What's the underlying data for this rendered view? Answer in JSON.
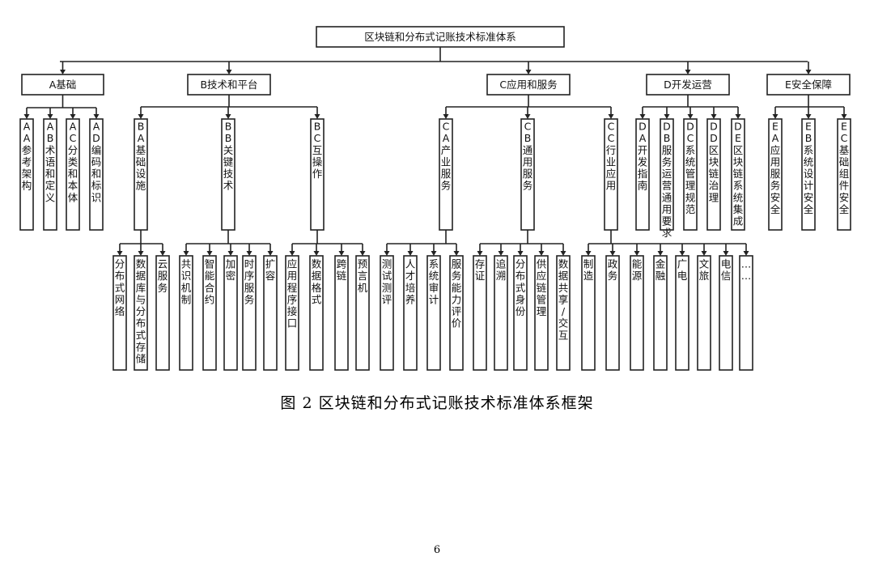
{
  "root": "区块链和分布式记账技术标准体系",
  "categories": [
    {
      "label": "A基础",
      "children": [
        {
          "label": "AA参考架构"
        },
        {
          "label": "AB术语和定义"
        },
        {
          "label": "AC分类和本体"
        },
        {
          "label": "AD编码和标识"
        }
      ]
    },
    {
      "label": "B技术和平台",
      "children": [
        {
          "label": "BA基础设施",
          "children": [
            "分布式网络",
            "数据库与分布式存储",
            "云服务"
          ]
        },
        {
          "label": "BB关键技术",
          "children": [
            "共识机制",
            "智能合约",
            "加密",
            "时序服务",
            "扩容"
          ]
        },
        {
          "label": "BC互操作",
          "children": [
            "应用程序接口",
            "数据格式",
            "跨链",
            "预言机"
          ]
        }
      ]
    },
    {
      "label": "C应用和服务",
      "children": [
        {
          "label": "CA产业服务",
          "children": [
            "测试测评",
            "人才培养",
            "系统审计",
            "服务能力评价"
          ]
        },
        {
          "label": "CB通用服务",
          "children": [
            "存证",
            "追溯",
            "分布式身份",
            "供应链管理",
            "数据共享/交互"
          ]
        },
        {
          "label": "CC行业应用",
          "children": [
            "制造",
            "政务",
            "能源",
            "金融",
            "广电",
            "文旅",
            "电信",
            "……"
          ]
        }
      ]
    },
    {
      "label": "D开发运营",
      "children": [
        {
          "label": "DA开发指南"
        },
        {
          "label": "DB服务运营通用要求"
        },
        {
          "label": "DC系统管理规范"
        },
        {
          "label": "DD区块链治理"
        },
        {
          "label": "DE区块链系统集成"
        }
      ]
    },
    {
      "label": "E安全保障",
      "children": [
        {
          "label": "EA应用服务安全"
        },
        {
          "label": "EB系统设计安全"
        },
        {
          "label": "EC基础组件安全"
        }
      ]
    }
  ],
  "caption": "图 2  区块链和分布式记账技术标准体系框架",
  "page_number": "6"
}
